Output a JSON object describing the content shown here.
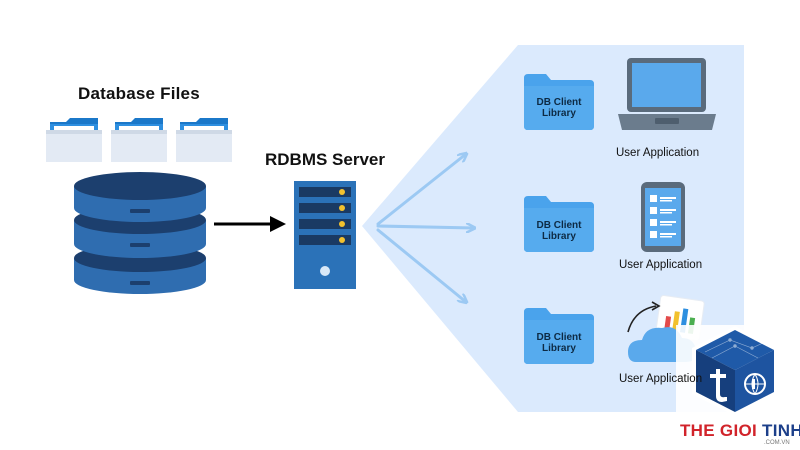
{
  "database_files": {
    "title": "Database Files",
    "folders": [
      {},
      {},
      {}
    ],
    "disks": [
      {},
      {},
      {}
    ]
  },
  "server": {
    "title": "RDBMS Server",
    "slots": [
      {},
      {},
      {},
      {}
    ]
  },
  "clients": [
    {
      "library_line1": "DB Client",
      "library_line2": "Library",
      "device": "laptop",
      "app_label": "User Application"
    },
    {
      "library_line1": "DB Client",
      "library_line2": "Library",
      "device": "phone",
      "app_label": "User Application"
    },
    {
      "library_line1": "DB Client",
      "library_line2": "Library",
      "device": "cloud",
      "app_label": "User Application"
    }
  ],
  "watermark": {
    "brand_red": "THE GIOI ",
    "brand_blue": "TINHOC",
    "brand_sub": ".COM.VN"
  },
  "colors": {
    "panel": "#dbeafd",
    "folder_blue": "#2e8fe0",
    "folder_tab": "#1b78c9",
    "folder_paper": "#e3eaf4",
    "disk_body": "#2f6db0",
    "disk_top": "#1c3f6e",
    "server_body": "#2b72b8",
    "arrow_light": "#9cc9f3",
    "lib_folder": "#4aa3ec",
    "brand_red": "#d1232a",
    "brand_blue": "#1c3f8a"
  }
}
